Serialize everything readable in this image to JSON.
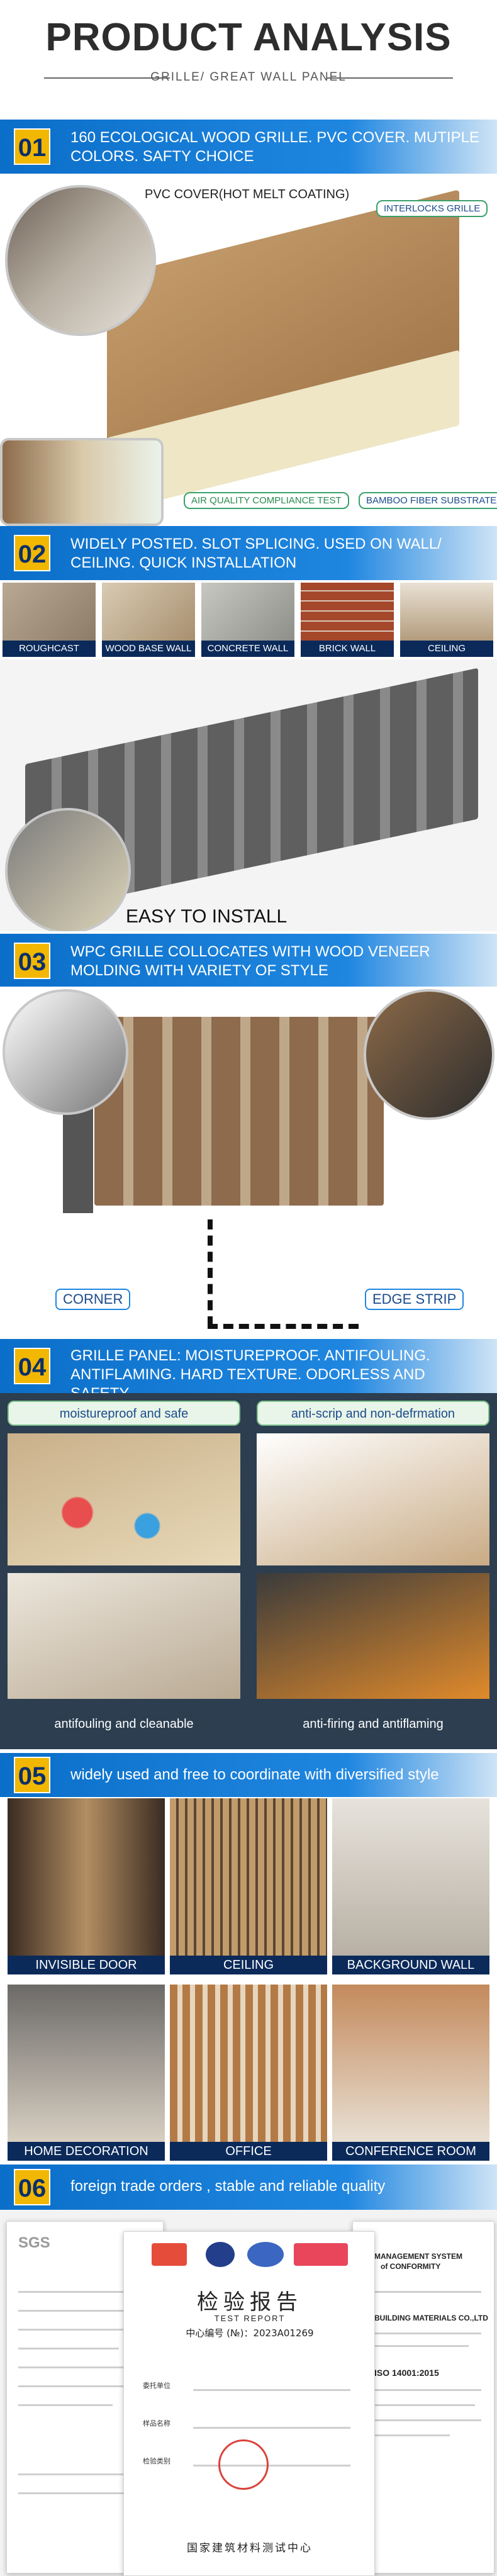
{
  "header": {
    "title": "PRODUCT ANALYSIS",
    "subtitle": "GRILLE/ GREAT WALL PANEL"
  },
  "sec1": {
    "num": "01",
    "text": "160 ECOLOGICAL WOOD GRILLE.  PVC COVER.  MUTIPLE COLORS.  SAFTY CHOICE",
    "pvc_cover": "PVC COVER(HOT MELT COATING)",
    "interlocks": "INTERLOCKS GRILLE",
    "air_quality": "AIR QUALITY COMPLIANCE TEST",
    "bamboo": "BAMBOO FIBER SUBSTRATE"
  },
  "sec2": {
    "num": "02",
    "text": "WIDELY POSTED.  SLOT SPLICING.  USED ON WALL/ CEILING.  QUICK INSTALLATION",
    "thumbs": [
      "ROUGHCAST",
      "WOOD BASE WALL",
      "CONCRETE WALL",
      "BRICK WALL",
      "CEILING"
    ],
    "easy": "EASY TO INSTALL"
  },
  "sec3": {
    "num": "03",
    "text": "WPC GRILLE COLLOCATES WITH WOOD VENEER MOLDING WITH  VARIETY OF STYLE",
    "corner": "CORNER",
    "edge": "EDGE STRIP"
  },
  "sec4": {
    "num": "04",
    "text": "GRILLE PANEL:  MOISTUREPROOF.  ANTIFOULING.  ANTIFLAMING.  HARD TEXTURE.  ODORLESS AND SAFETY",
    "f1": "moistureproof and safe",
    "f2": "anti-scrip and non-defrmation",
    "f3": "antifouling and cleanable",
    "f4": "anti-firing and antiflaming"
  },
  "sec5": {
    "num": "05",
    "text": "widely used and free to coordinate with diversified style",
    "uses": [
      "INVISIBLE DOOR",
      "CEILING",
      "BACKGROUND WALL",
      "HOME DECORATION",
      "OFFICE",
      "CONFERENCE ROOM"
    ]
  },
  "sec6": {
    "num": "06",
    "text": "foreign trade orders  ,  stable and reliable quality",
    "sgs": "SGS",
    "report_cn": "检验报告",
    "report_en": "TEST    REPORT",
    "report_no": "中心编号 (№)：2023A01269",
    "seal_org": "国家建筑材料测试中心",
    "mgmt": "MANAGEMENT SYSTEM",
    "conformity": "of CONFORMITY",
    "iso": "ISO 14001:2015",
    "company": "BUILDING MATERIALS CO.,LTD",
    "field1": "委托单位",
    "field2": "样品名称",
    "field3": "检验类别"
  },
  "colors": {
    "brand_blue": "#1f86e0",
    "navy": "#0b2a5a",
    "badge_yellow": "#f2b701"
  }
}
